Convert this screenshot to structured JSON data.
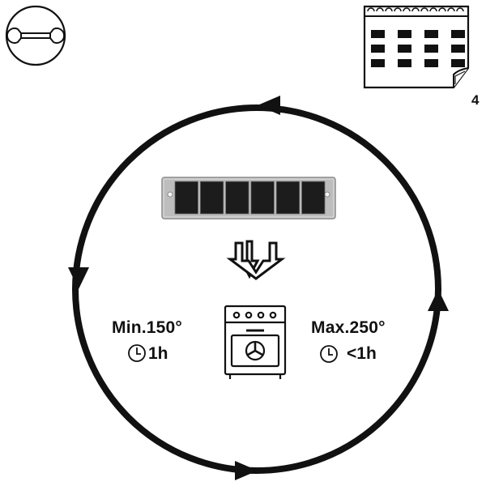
{
  "calendar": {
    "count_label": "4"
  },
  "min_setting": {
    "temperature": "Min.150°",
    "duration": "1h"
  },
  "max_setting": {
    "temperature": "Max.250°",
    "duration": "<1h"
  },
  "icons": {
    "maintenance": "wrench-icon",
    "calendar": "calendar-icon",
    "filter": "carbon-filter-icon",
    "direction": "double-down-arrow-icon",
    "oven": "oven-icon",
    "clock": "clock-icon"
  },
  "colors": {
    "ink": "#111111",
    "paper": "#ffffff",
    "filter_frame": "#b5b5b5"
  }
}
